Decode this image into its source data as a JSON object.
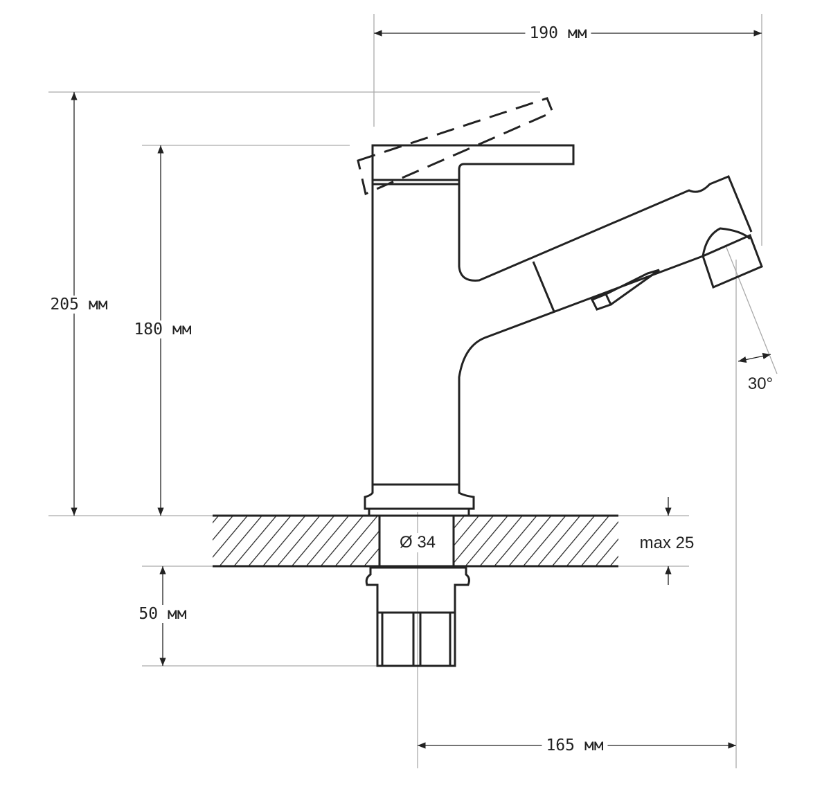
{
  "title": "Faucet dimension drawing",
  "dimensions": {
    "width_total": "190 мм",
    "height_total": "205 мм",
    "height_body": "180 мм",
    "shank_length": "50 мм",
    "spout_reach": "165 мм",
    "spout_angle": "30°",
    "hole_diameter": "Ø 34",
    "max_thickness": "max 25"
  },
  "colors": {
    "line": "#222222",
    "dim": "#999999"
  }
}
